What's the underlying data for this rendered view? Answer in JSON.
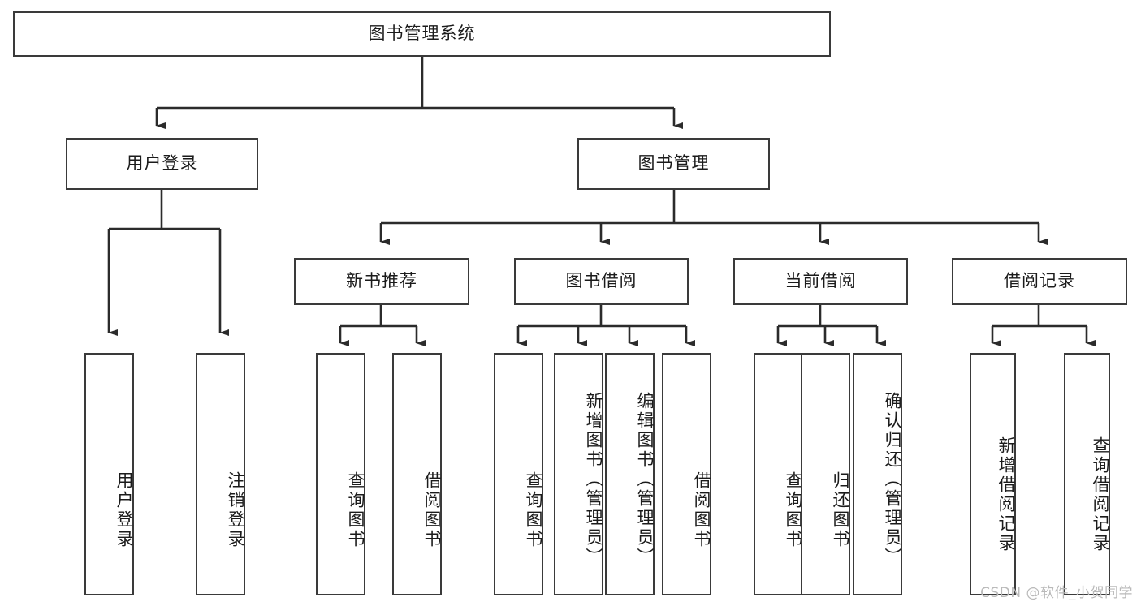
{
  "diagram": {
    "type": "tree",
    "title": "图书管理系统",
    "root": {
      "label": "图书管理系统"
    },
    "level2": [
      {
        "label": "用户登录"
      },
      {
        "label": "图书管理"
      }
    ],
    "level3": [
      {
        "label": "新书推荐",
        "parent": "图书管理"
      },
      {
        "label": "图书借阅",
        "parent": "图书管理"
      },
      {
        "label": "当前借阅",
        "parent": "图书管理"
      },
      {
        "label": "借阅记录",
        "parent": "图书管理"
      }
    ],
    "leaves": {
      "user_login": [
        {
          "label": "用户登录"
        },
        {
          "label": "注销登录"
        }
      ],
      "new_book_recommend": [
        {
          "label": "查询图书"
        },
        {
          "label": "借阅图书"
        }
      ],
      "book_borrow": [
        {
          "label": "查询图书"
        },
        {
          "label": "新增图书（管理员）"
        },
        {
          "label": "编辑图书（管理员）"
        },
        {
          "label": "借阅图书"
        }
      ],
      "current_borrow": [
        {
          "label": "查询图书"
        },
        {
          "label": "归还图书"
        },
        {
          "label": "确认归还（管理员）"
        }
      ],
      "borrow_record": [
        {
          "label": "新增借阅记录"
        },
        {
          "label": "查询借阅记录"
        }
      ]
    }
  },
  "watermark": {
    "text": "CSDN @软件_小贺同学"
  },
  "colors": {
    "box_border": "#3a3a3a",
    "text": "#1b1b1b",
    "edge": "#2b2b2b",
    "background": "#ffffff",
    "watermark": "#b9b9b9"
  }
}
